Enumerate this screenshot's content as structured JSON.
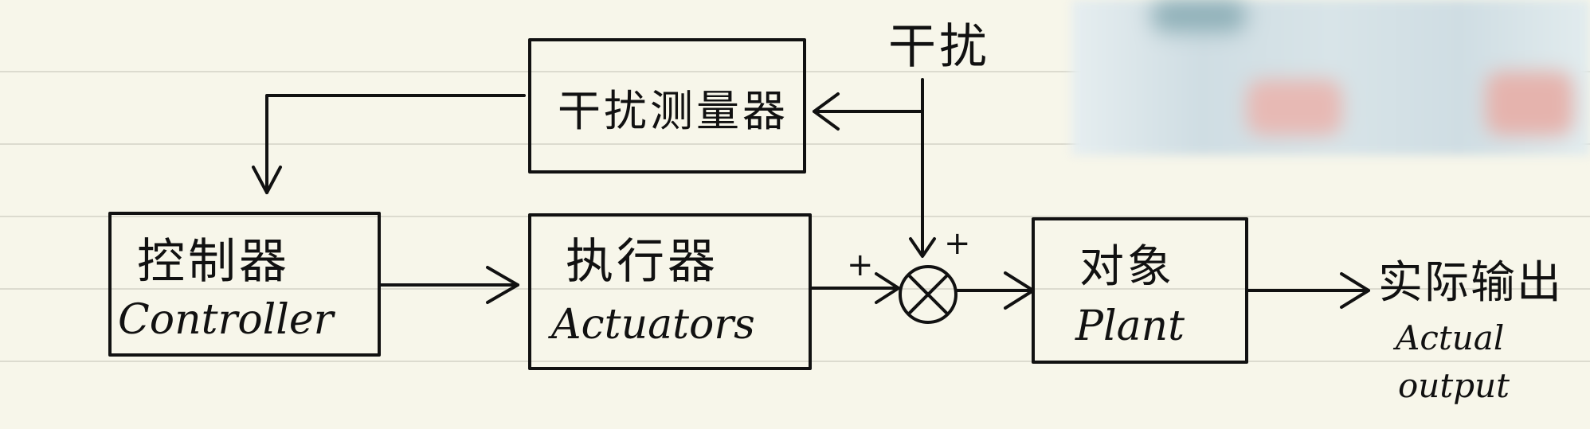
{
  "disturbance": "干扰",
  "disturbance_sensor": "干扰测量器",
  "controller": {
    "cn": "控制器",
    "en": "Controller"
  },
  "actuators": {
    "cn": "执行器",
    "en": "Actuators"
  },
  "plant": {
    "cn": "对象",
    "en": "Plant"
  },
  "output": {
    "cn": "实际输出",
    "en_line1": "Actual",
    "en_line2": "output"
  },
  "signs": {
    "plus_left": "+",
    "plus_top": "+"
  }
}
